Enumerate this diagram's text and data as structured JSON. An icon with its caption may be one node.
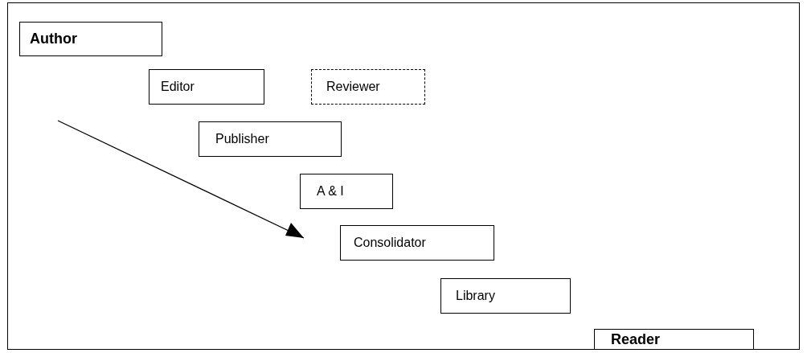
{
  "diagram": {
    "nodes": [
      {
        "text": [
          "Author"
        ]
      },
      {
        "text": [
          "Editor"
        ]
      },
      {
        "text": [
          "Reviewer"
        ]
      },
      {
        "text": [
          "Publisher"
        ]
      },
      {
        "text": [
          "A & I"
        ]
      },
      {
        "text": [
          "Consolidator"
        ]
      },
      {
        "text": [
          "Library"
        ]
      },
      {
        "text": [
          "Reader"
        ]
      }
    ]
  }
}
